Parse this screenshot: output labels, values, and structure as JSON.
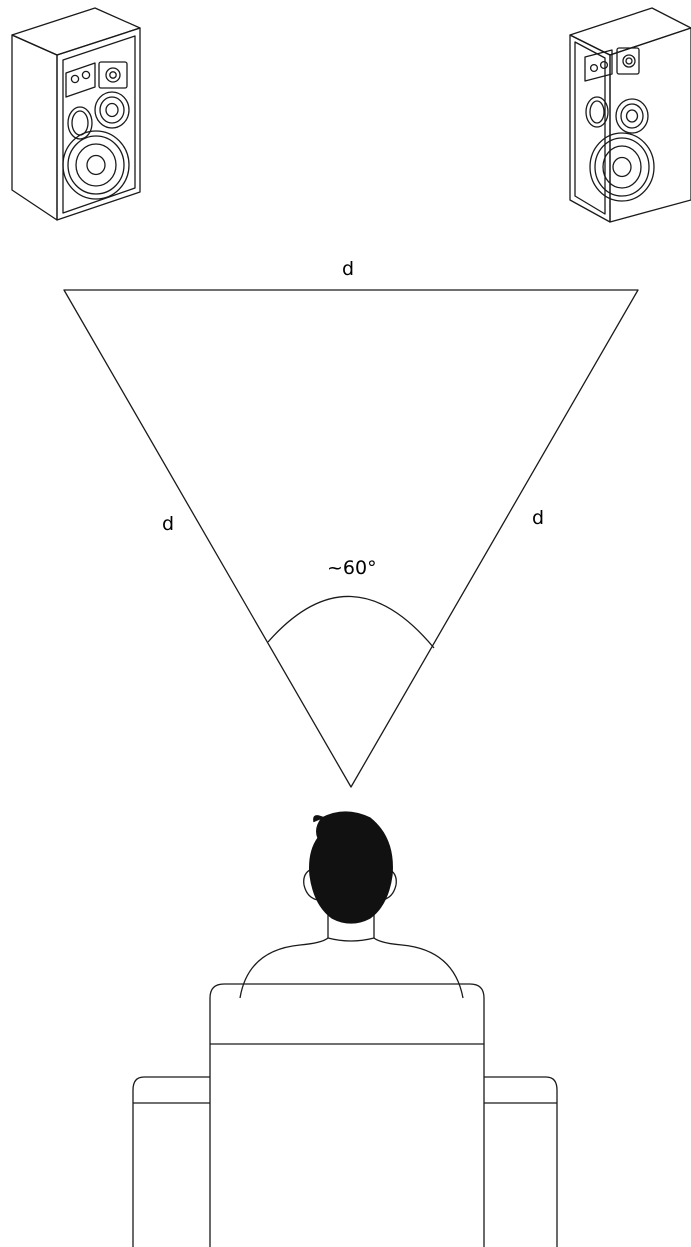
{
  "diagram": {
    "labels": {
      "top_side": "d",
      "left_side": "d",
      "right_side": "d",
      "angle": "~60°"
    }
  }
}
